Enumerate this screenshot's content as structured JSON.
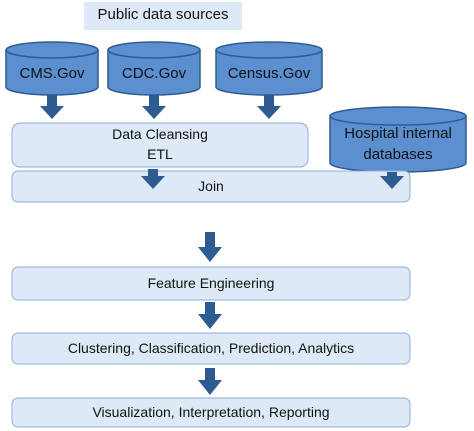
{
  "colors": {
    "cylinder_fill": "#5b8fd0",
    "cylinder_stroke": "#2f5b93",
    "box_fill": "#dde9f6",
    "box_stroke": "#8caed8",
    "title_fill": "#dde9f6",
    "arrow": "#2f5b93"
  },
  "title": "Public data sources",
  "sources": {
    "cms": "CMS.Gov",
    "cdc": "CDC.Gov",
    "census": "Census.Gov",
    "hospital_line1": "Hospital internal",
    "hospital_line2": "databases"
  },
  "steps": {
    "cleansing_line1": "Data Cleansing",
    "cleansing_line2": "ETL",
    "join": "Join",
    "feature": "Feature Engineering",
    "analytics": "Clustering, Classification, Prediction, Analytics",
    "reporting": "Visualization, Interpretation, Reporting"
  }
}
